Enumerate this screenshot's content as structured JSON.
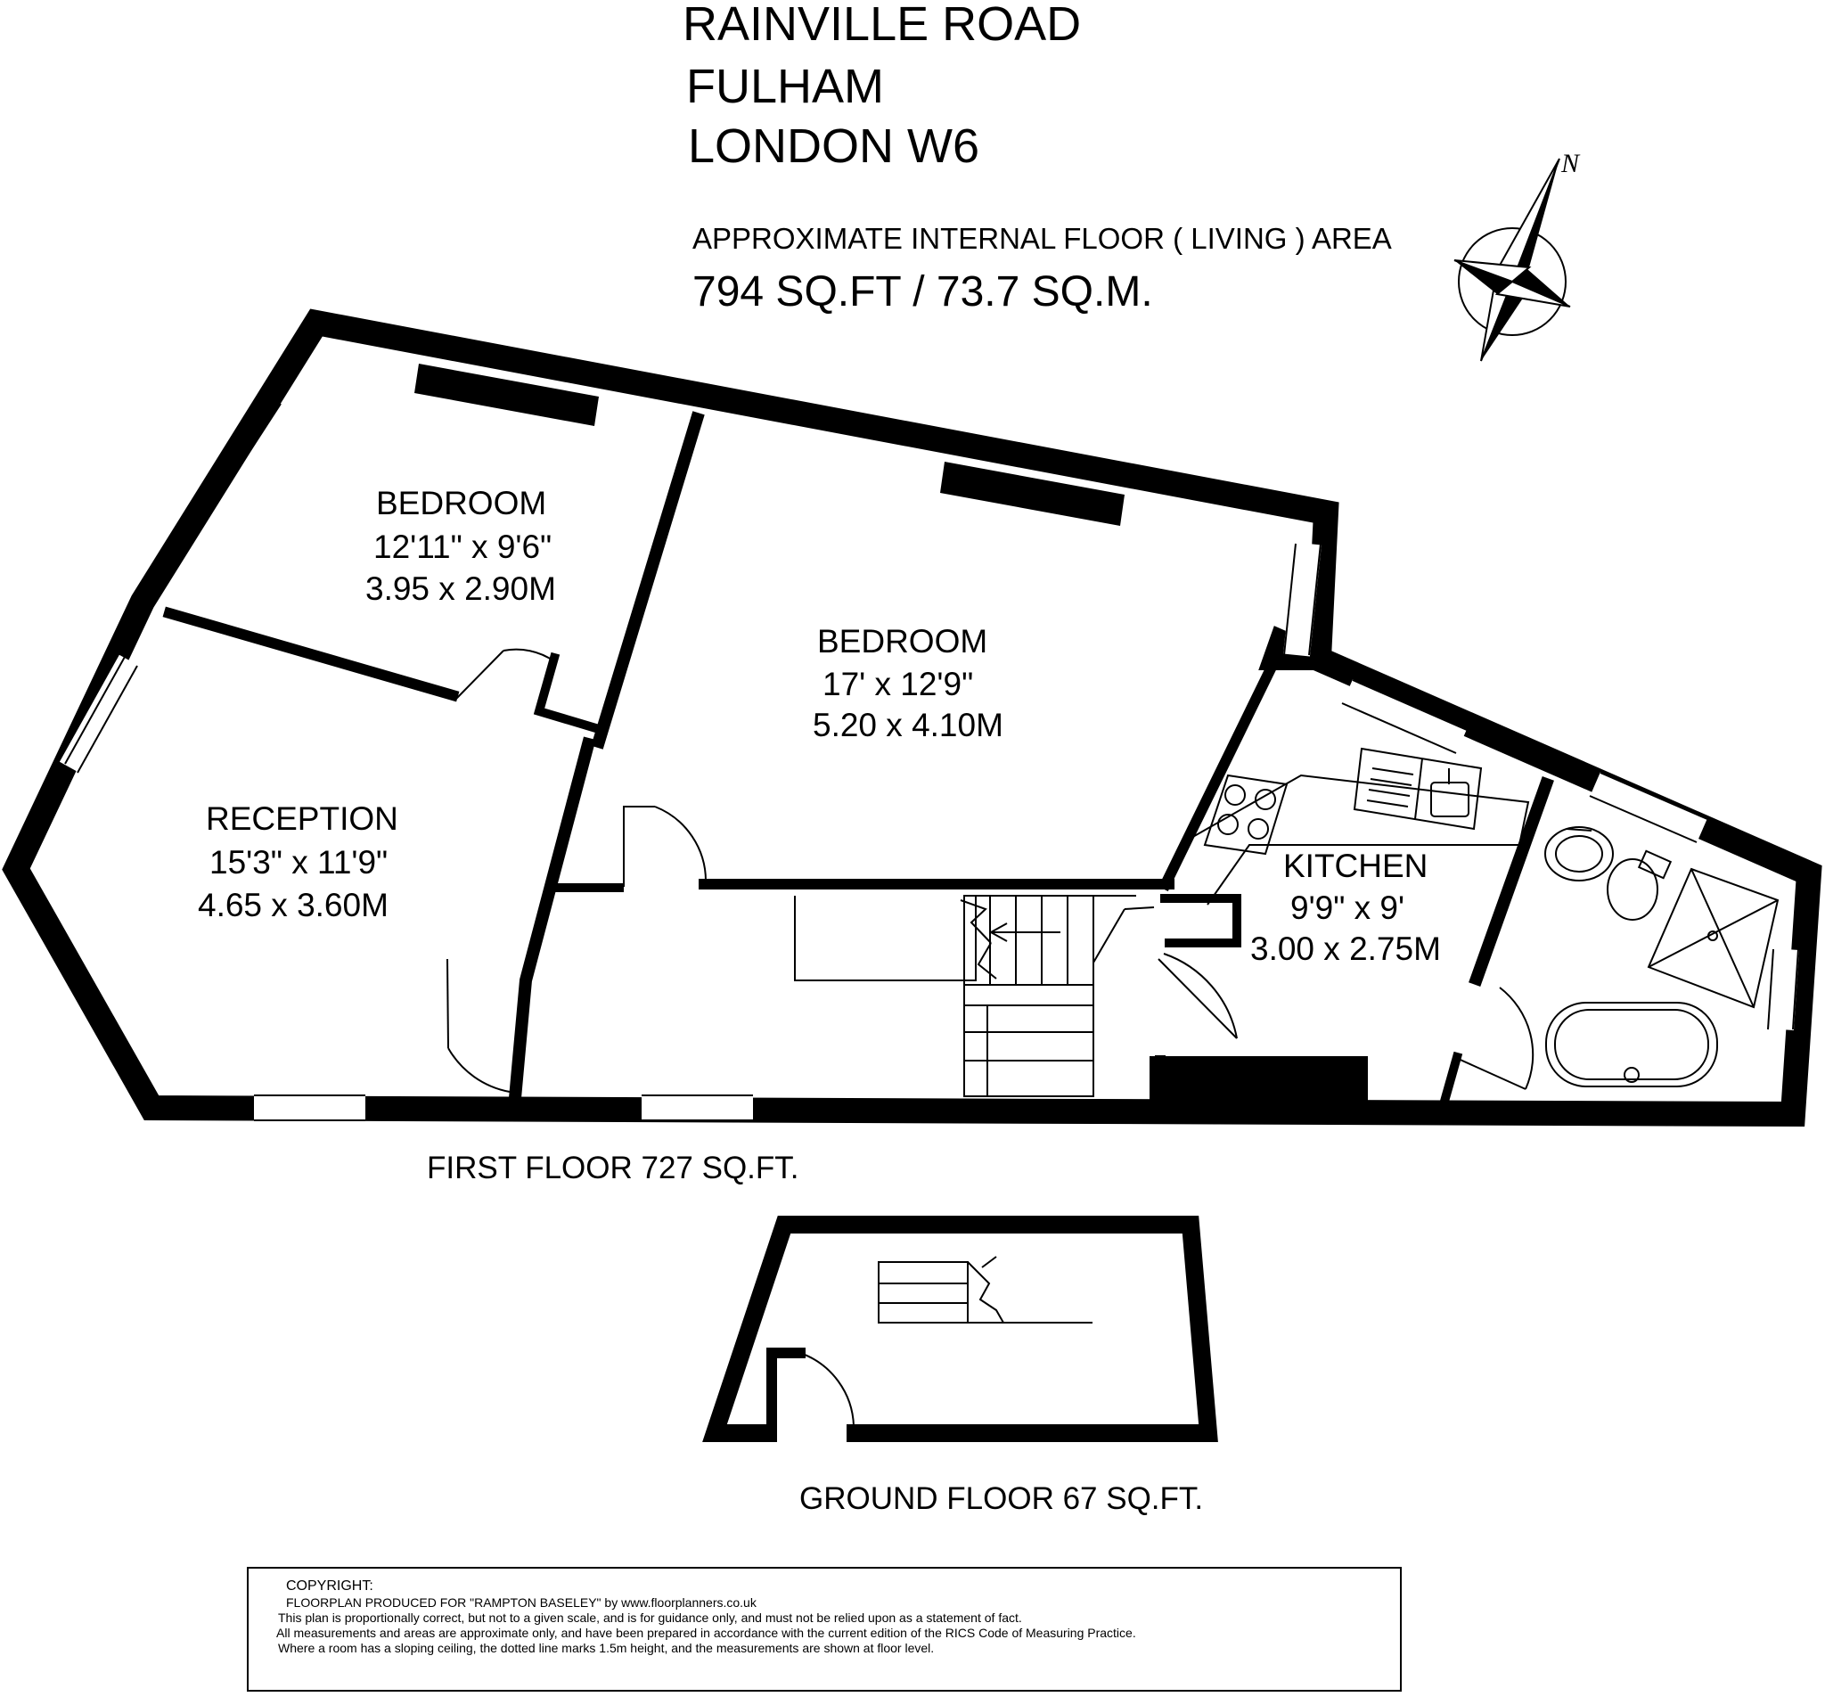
{
  "address": {
    "line1": "RAINVILLE ROAD",
    "line2": "FULHAM",
    "line3": "LONDON W6"
  },
  "area": {
    "label": "APPROXIMATE INTERNAL FLOOR ( LIVING ) AREA",
    "value": "794 SQ.FT / 73.7 SQ.M."
  },
  "compass": {
    "north": "N"
  },
  "rooms": [
    {
      "name": "BEDROOM",
      "imperial": "12'11\" x 9'6\"",
      "metric": "3.95 x 2.90M"
    },
    {
      "name": "BEDROOM",
      "imperial": "17' x 12'9\"",
      "metric": "5.20 x 4.10M"
    },
    {
      "name": "RECEPTION",
      "imperial": "15'3\" x 11'9\"",
      "metric": "4.65 x 3.60M"
    },
    {
      "name": "KITCHEN",
      "imperial": "9'9\" x 9'",
      "metric": "3.00 x 2.75M"
    }
  ],
  "floors": {
    "first": "FIRST FLOOR 727 SQ.FT.",
    "ground": "GROUND FLOOR 67 SQ.FT."
  },
  "copyright": {
    "heading": "COPYRIGHT:",
    "lines": [
      "FLOORPLAN PRODUCED FOR \"RAMPTON BASELEY\" by www.floorplanners.co.uk",
      "This plan is proportionally correct, but not to a given scale, and is for guidance only, and must not be relied upon as a statement of fact.",
      "All measurements and areas are approximate only, and have been prepared in accordance with the current edition of the RICS Code of Measuring Practice.",
      "Where a room has a sloping ceiling, the dotted line marks 1.5m height, and the measurements are shown at floor level."
    ]
  }
}
